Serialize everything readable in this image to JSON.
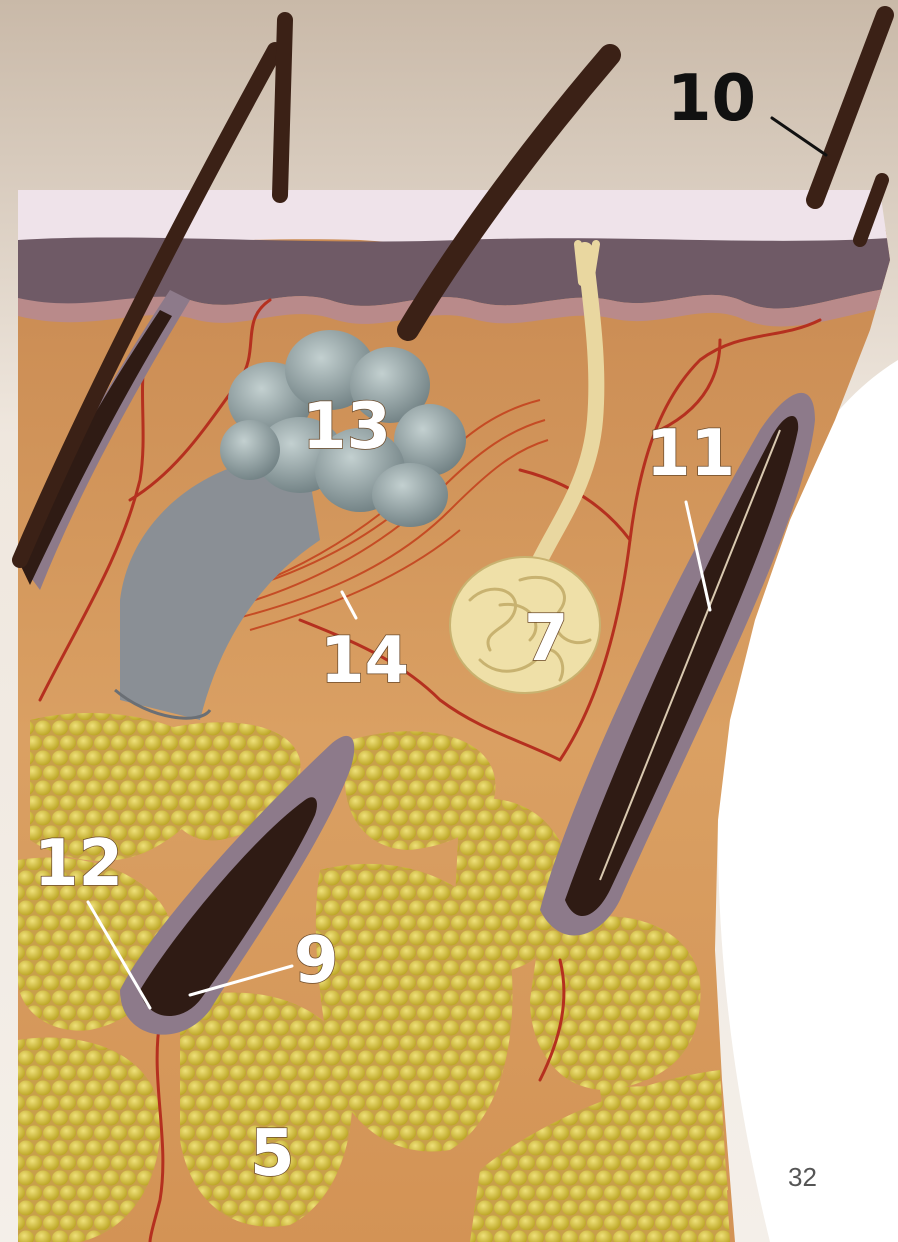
{
  "labels": {
    "l10": "10",
    "l13": "13",
    "l11": "11",
    "l14": "14",
    "l7": "7",
    "l12": "12",
    "l9": "9",
    "l5": "5"
  },
  "slide_number": "32",
  "colors": {
    "dermis": "#d99a5a",
    "epidermis_dark": "#6f5a66",
    "stratum_corneum": "#efe4ec",
    "fat_cell": "#d8c23a",
    "hair_shaft": "#3b2116",
    "gland_grey": "#8f9ea0",
    "sweat_gland": "#efe0a8",
    "vessel": "#b5301f"
  }
}
